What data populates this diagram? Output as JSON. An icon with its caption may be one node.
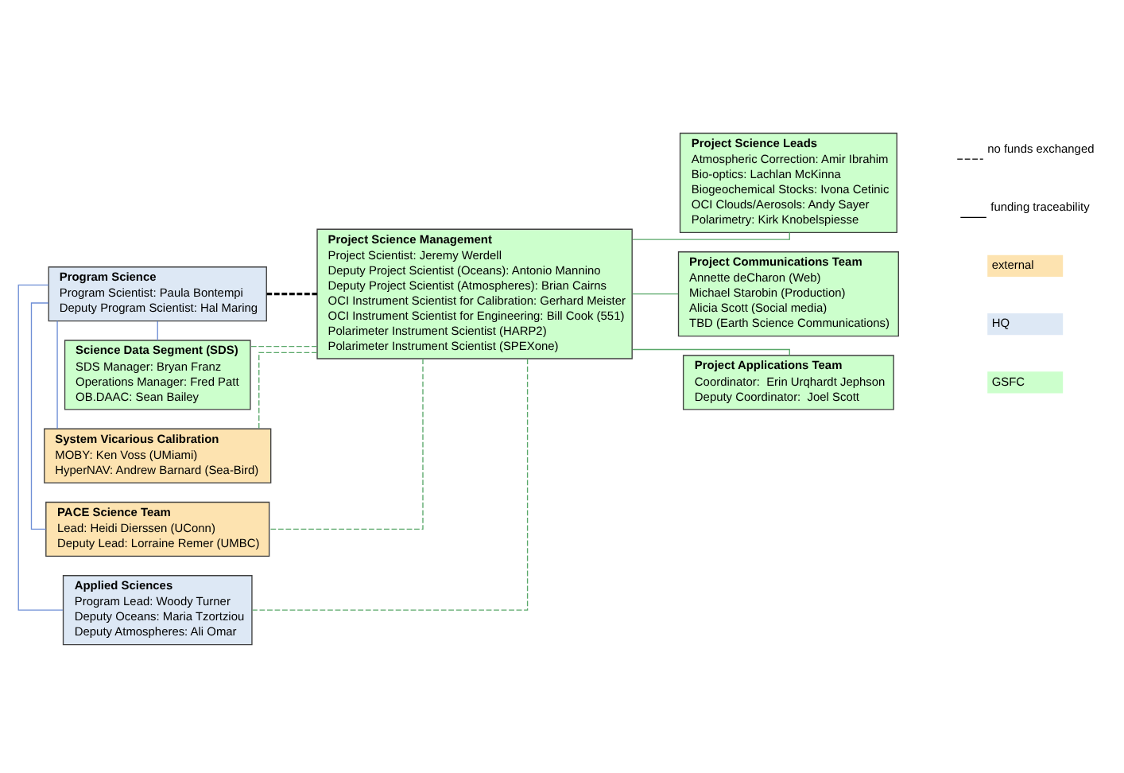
{
  "diagram": {
    "nodes": [
      {
        "text": [
          "Program Science",
          "Program Scientist: Paula Bontempi",
          "Deputy Program Scientist: Hal Maring"
        ]
      },
      {
        "text": [
          "Applied Sciences",
          "Program Lead: Woody Turner",
          "Deputy Oceans: Maria Tzortziou",
          "Deputy Atmospheres: Ali Omar"
        ]
      },
      {
        "text": [
          "PACE Science Team",
          "Lead: Heidi Dierssen (UConn)",
          "Deputy Lead: Lorraine Remer (UMBC)"
        ]
      },
      {
        "text": [
          "System Vicarious Calibration",
          "MOBY: Ken Voss (UMiami)",
          "HyperNAV: Andrew Barnard (Sea-Bird)"
        ]
      },
      {
        "text": [
          "Science Data Segment (SDS)",
          "SDS Manager: Bryan Franz",
          "Operations Manager: Fred Patt",
          "OB.DAAC: Sean Bailey"
        ]
      },
      {
        "text": [
          "Project Science Management",
          "Project Scientist: Jeremy Werdell",
          "Deputy Project Scientist (Oceans): Antonio Mannino",
          "Deputy Project Scientist (Atmospheres): Brian Cairns",
          "OCI Instrument Scientist for Calibration: Gerhard Meister",
          "OCI Instrument Scientist for Engineering: Bill Cook (551)",
          "Polarimeter Instrument Scientist (HARP2)",
          "Polarimeter Instrument Scientist (SPEXone)"
        ]
      },
      {
        "text": [
          "Project Science Leads",
          "Atmospheric Correction: Amir Ibrahim",
          "Bio-optics: Lachlan McKinna",
          "Biogeochemical Stocks: Ivona Cetinic",
          "OCI Clouds/Aerosols: Andy Sayer",
          "Polarimetry: Kirk Knobelspiesse"
        ]
      },
      {
        "text": [
          "Project Communications Team",
          "Annette deCharon (Web)",
          "Michael Starobin (Production)",
          "Alicia Scott (Social media)",
          "TBD (Earth Science Communications)"
        ]
      },
      {
        "text": [
          "Project Applications Team",
          "Coordinator:  Erin Urqhardt Jephson",
          "Deputy Coordinator:  Joel Scott"
        ]
      }
    ],
    "edges": [
      {
        "from": 0,
        "to": 5,
        "arrow": "none",
        "style": "dashed",
        "color": "#000000"
      },
      {
        "from": 0,
        "to": 1,
        "arrow": "none",
        "color": "#6f8fd6"
      },
      {
        "from": 0,
        "to": 2,
        "arrow": "none",
        "color": "#6f8fd6"
      },
      {
        "from": 0,
        "to": 3,
        "arrow": "none",
        "color": "#6f8fd6"
      },
      {
        "from": 0,
        "to": 4,
        "arrow": "none",
        "color": "#6f8fd6"
      },
      {
        "from": 5,
        "to": 1,
        "arrow": "none",
        "style": "dashed",
        "color": "#5aa86a"
      },
      {
        "from": 5,
        "to": 2,
        "arrow": "none",
        "style": "dashed",
        "color": "#5aa86a"
      },
      {
        "from": 5,
        "to": 3,
        "arrow": "none",
        "style": "dashed",
        "color": "#5aa86a"
      },
      {
        "from": 5,
        "to": 4,
        "arrow": "none",
        "style": "dashed",
        "color": "#5aa86a"
      },
      {
        "from": 5,
        "to": 6,
        "arrow": "none",
        "color": "#5aa86a"
      },
      {
        "from": 5,
        "to": 7,
        "arrow": "none",
        "color": "#5aa86a"
      },
      {
        "from": 5,
        "to": 8,
        "arrow": "none",
        "color": "#5aa86a"
      }
    ],
    "legend": [
      {
        "text": "GSFC",
        "color": "#ccffcc"
      },
      {
        "text": "HQ",
        "color": "#dde8f5"
      },
      {
        "text": "external",
        "color": "#fde3b0"
      },
      {
        "text": "funding traceability"
      },
      {
        "text": "no funds exchanged"
      }
    ]
  }
}
